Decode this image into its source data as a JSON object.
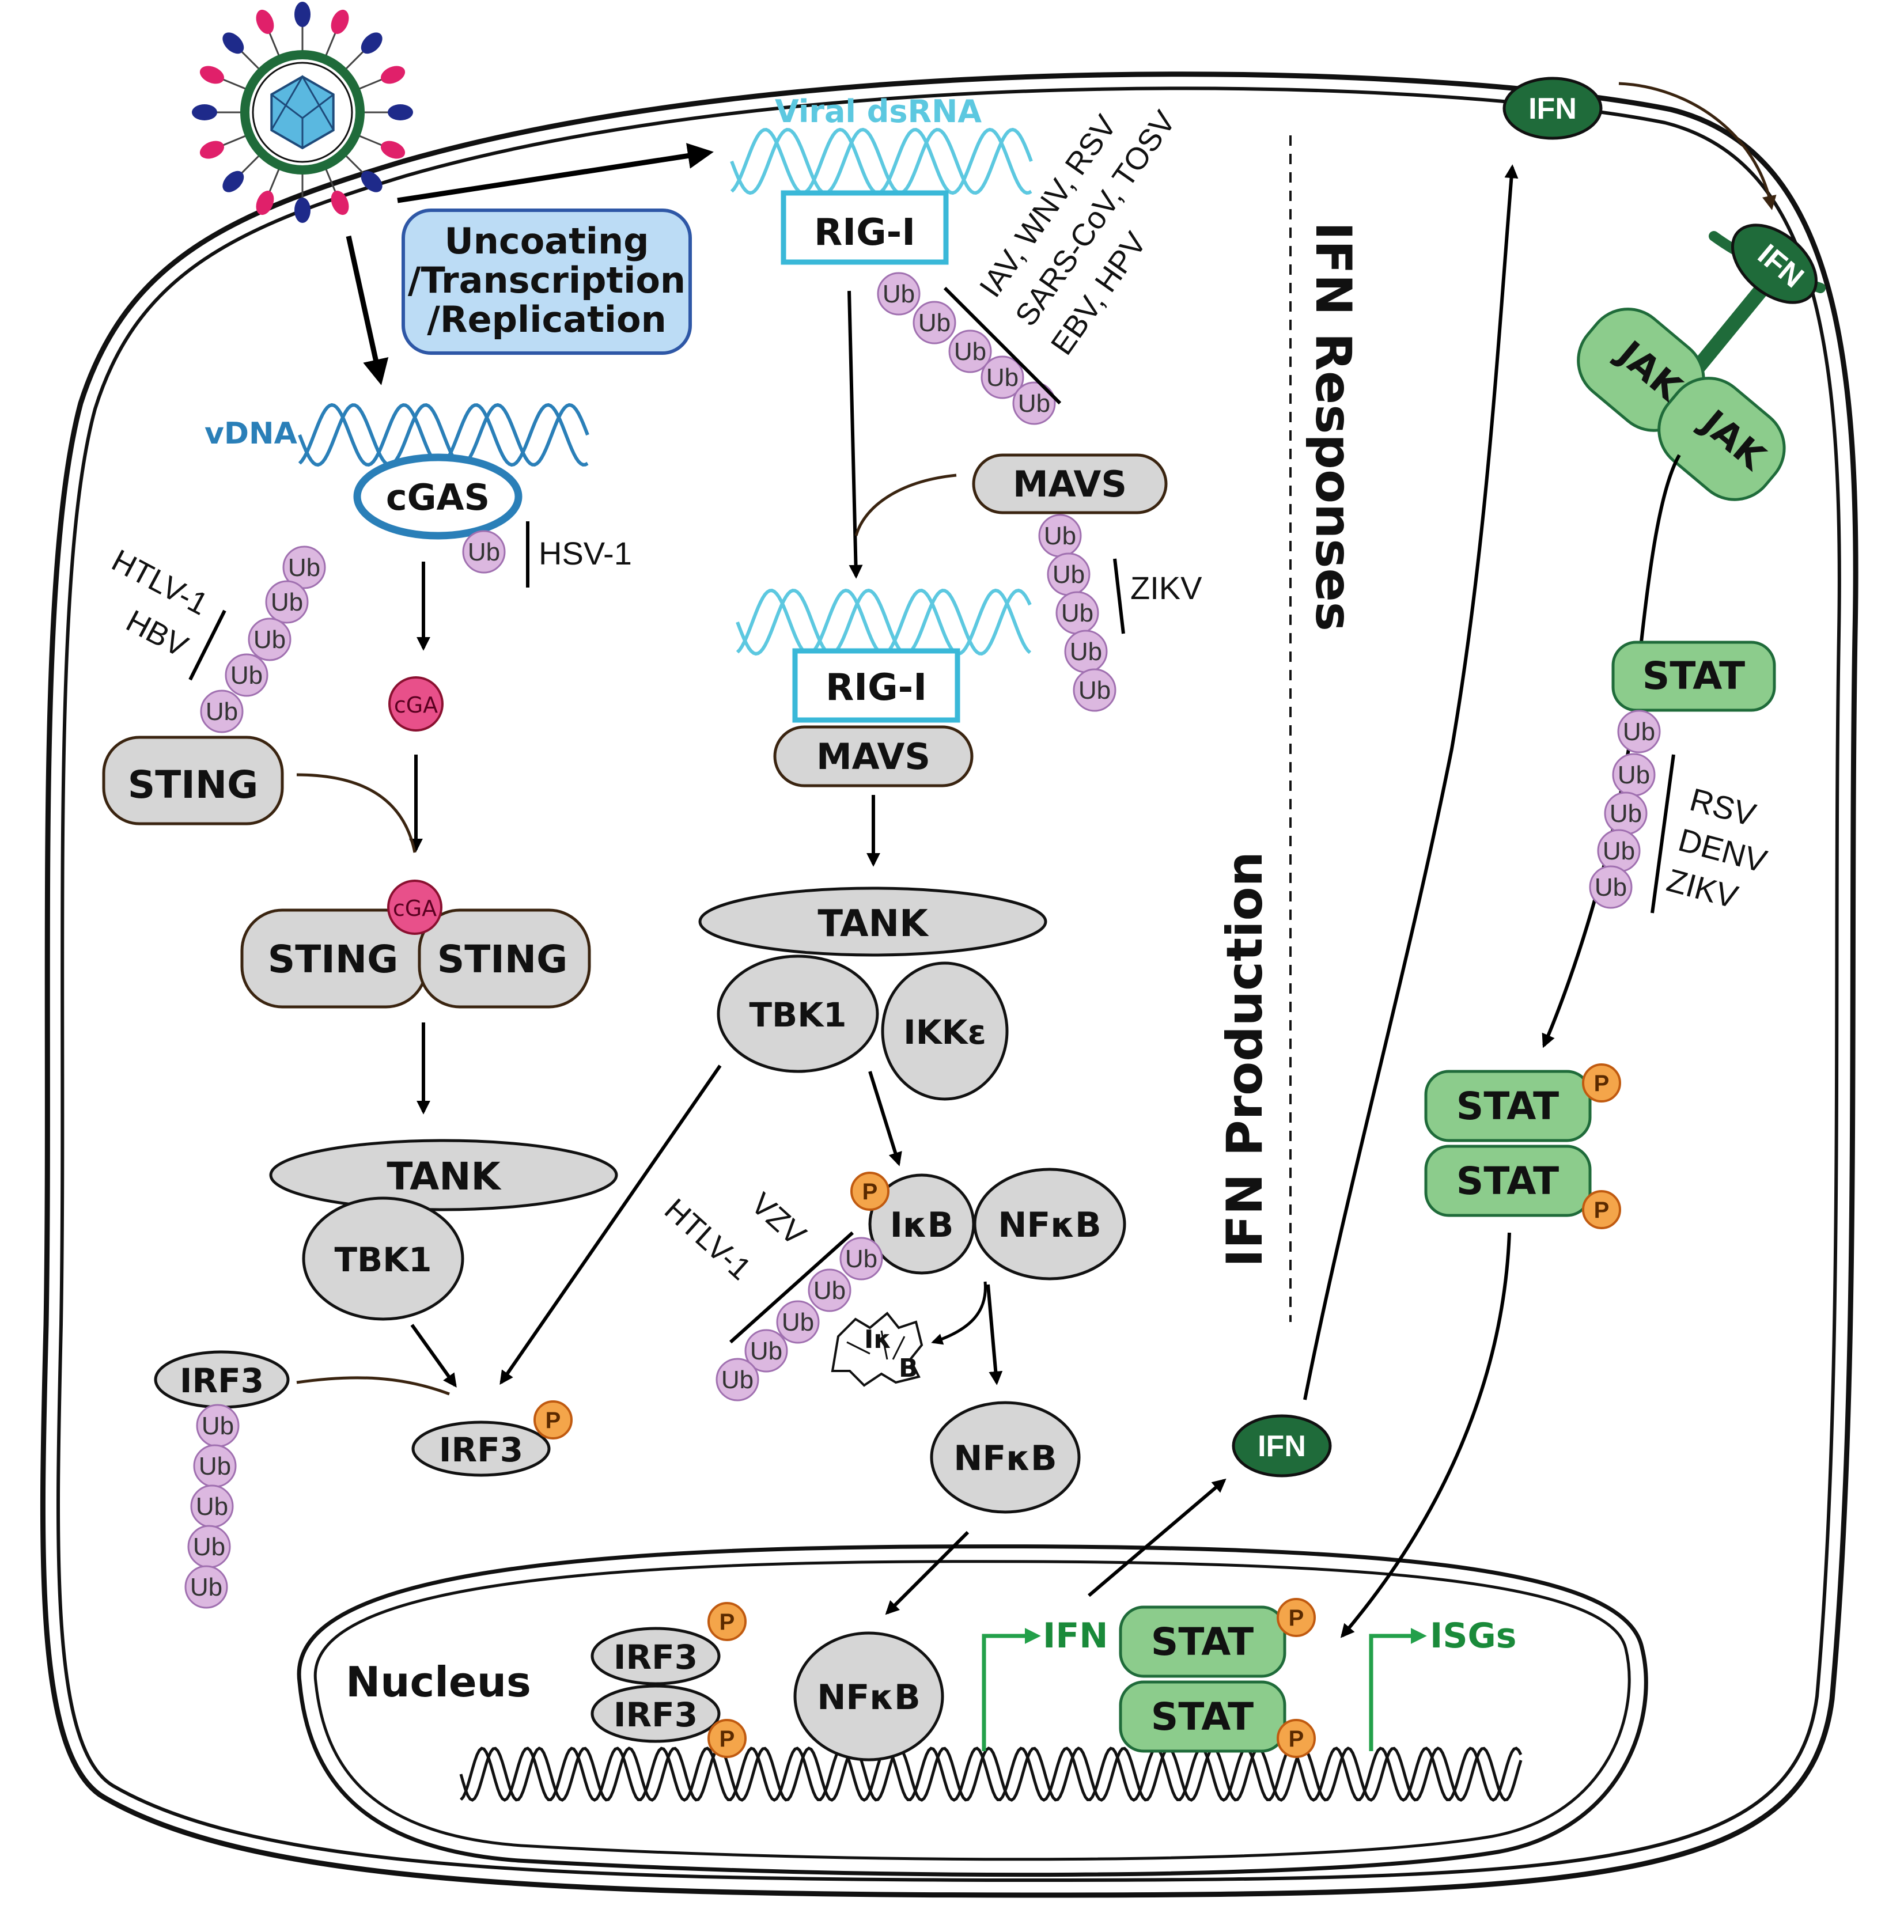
{
  "labels": {
    "viral_dsrna": "Viral dsRNA",
    "uncoating": [
      "Uncoating",
      "/Transcription",
      "/Replication"
    ],
    "vdna": "vDNA",
    "ifn_responses": "IFN Responses",
    "ifn_production": "IFN Production",
    "nucleus": "Nucleus",
    "isgs": "ISGs",
    "ifn_gene": "IFN"
  },
  "molecules": {
    "rig_i": "RIG-I",
    "mavs": "MAVS",
    "cgas": "cGAS",
    "cga": "cGA",
    "sting": "STING",
    "tank": "TANK",
    "tbk1": "TBK1",
    "ikke": "IKKε",
    "ikb": "IκB",
    "nfkb": "NFκB",
    "irf3": "IRF3",
    "ifn": "IFN",
    "jak": "JAK",
    "stat": "STAT",
    "ub": "Ub",
    "p": "P",
    "ikb_degraded": [
      "Iκ",
      "B"
    ]
  },
  "viruses": {
    "rig_i": [
      "IAV, WNV, RSV",
      "SARS-CoV, TOSV",
      "EBV, HPV"
    ],
    "cgas": "HSV-1",
    "sting": [
      "HTLV-1",
      "HBV"
    ],
    "mavs": "ZIKV",
    "ikb": [
      "VZV",
      "HTLV-1"
    ],
    "stat": [
      "RSV",
      "DENV",
      "ZIKV"
    ]
  },
  "colors": {
    "rig_box": "#3ab8d8",
    "dsrna": "#5cc8e0",
    "vdna": "#2a7fb8",
    "uncoating_fill": "#bcdcf5",
    "uncoating_stroke": "#2e57a6",
    "gray_fill": "#d6d6d6",
    "ub_fill": "#dcb8e0",
    "ub_stroke": "#a070b0",
    "p_fill": "#f4a54a",
    "p_stroke": "#c05a10",
    "cga_fill": "#e8508a",
    "green_light": "#8ccc8c",
    "green_dark": "#1f6b3a",
    "green_text": "#1a8a3a",
    "green_arrow": "#23a04a"
  },
  "icons": [
    "virus-icon"
  ]
}
